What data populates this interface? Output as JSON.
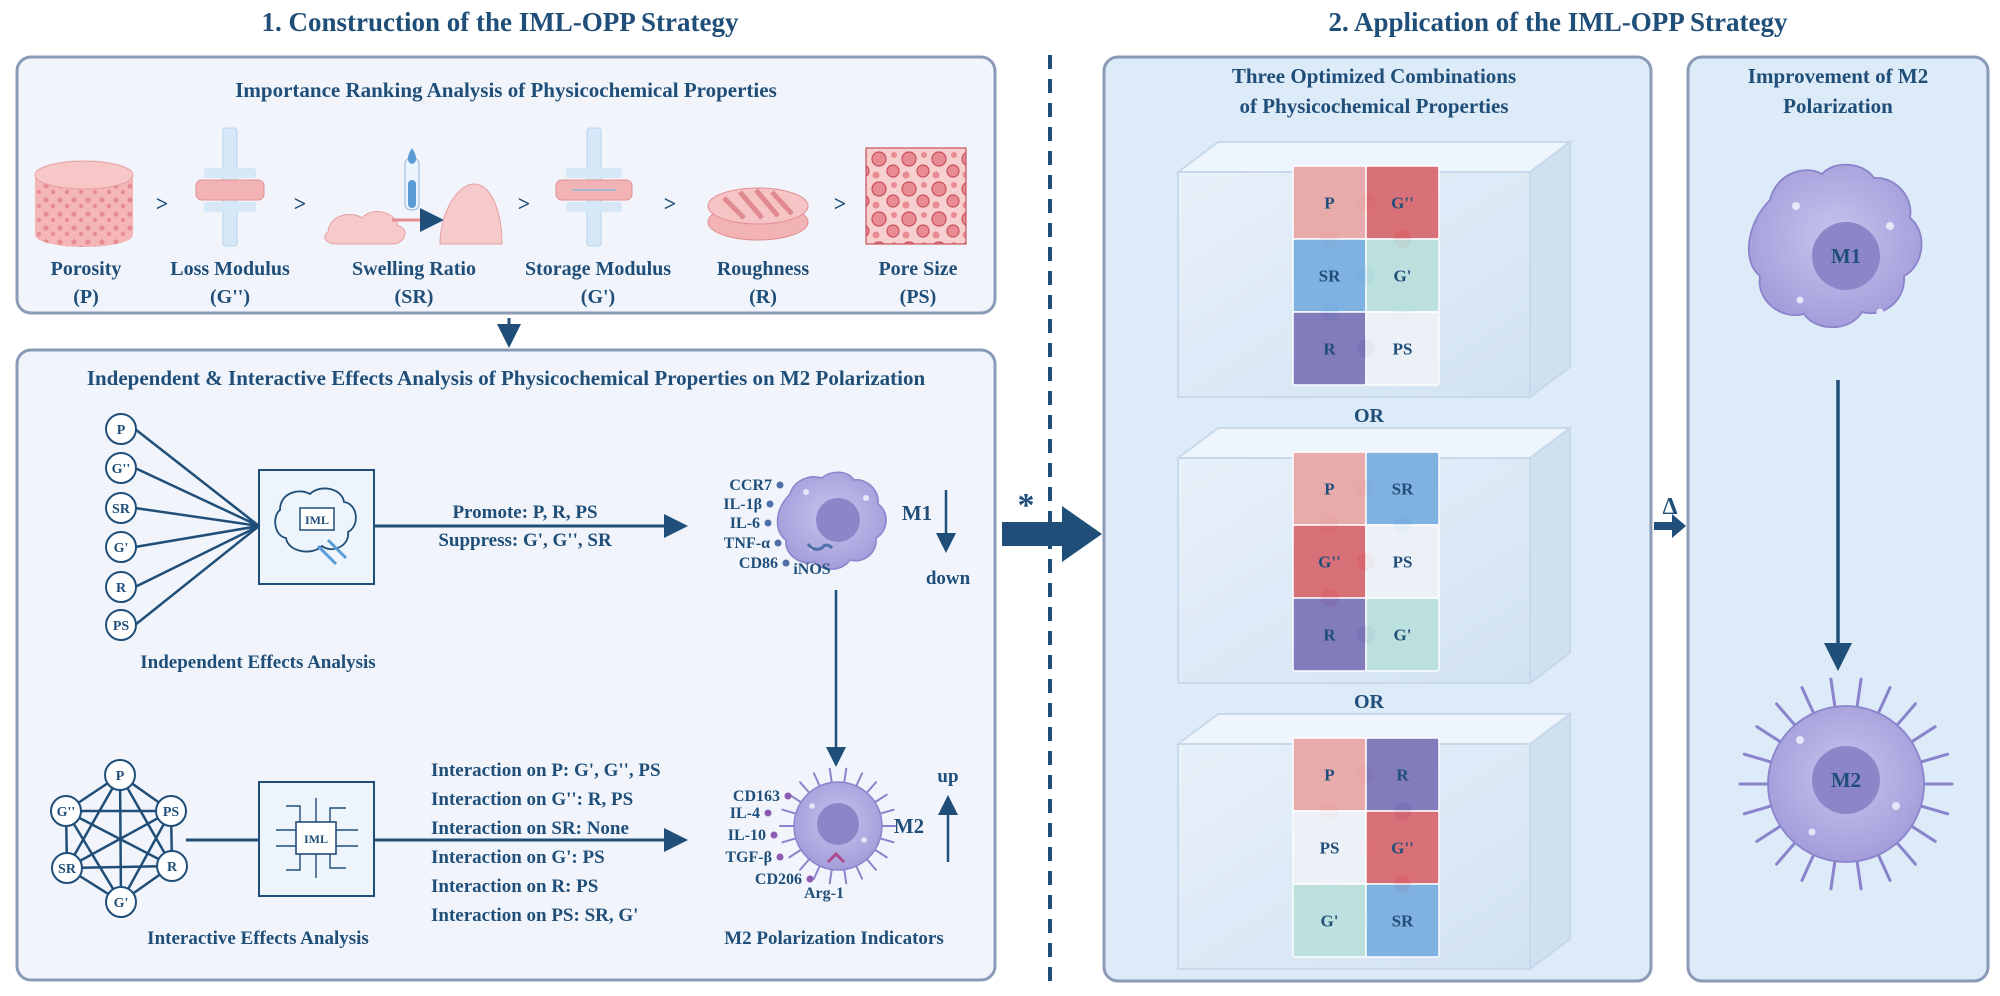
{
  "section1": {
    "title": "1.  Construction of the IML-OPP Strategy",
    "ranking": {
      "title": "Importance Ranking Analysis of Physicochemical Properties",
      "properties": [
        {
          "name": "Porosity",
          "abbr": "(P)"
        },
        {
          "name": "Loss Modulus",
          "abbr": "(G'')"
        },
        {
          "name": "Swelling Ratio",
          "abbr": "(SR)"
        },
        {
          "name": "Storage Modulus",
          "abbr": "(G')"
        },
        {
          "name": "Roughness",
          "abbr": "(R)"
        },
        {
          "name": "Pore Size",
          "abbr": "(PS)"
        }
      ],
      "separator": ">"
    },
    "effects": {
      "title": "Independent & Interactive Effects Analysis of Physicochemical Properties on M2 Polarization",
      "independent": {
        "nodes": [
          "P",
          "G''",
          "SR",
          "G'",
          "R",
          "PS"
        ],
        "model": "IML",
        "label": "Independent Effects Analysis",
        "promote": "Promote: P, R, PS",
        "suppress": "Suppress: G', G'', SR"
      },
      "interactive": {
        "nodes": [
          "P",
          "PS",
          "R",
          "G'",
          "SR",
          "G''"
        ],
        "model": "IML",
        "label": "Interactive Effects Analysis",
        "interactions": [
          "Interaction on P: G', G'', PS",
          "Interaction on G'': R, PS",
          "Interaction on SR: None",
          "Interaction on G': PS",
          "Interaction on R: PS",
          "Interaction on PS: SR, G'"
        ]
      },
      "m1": {
        "label": "M1",
        "direction": "down",
        "markers": [
          "CCR7",
          "IL-1β",
          "IL-6",
          "TNF-α",
          "CD86"
        ],
        "enzyme": "iNOS"
      },
      "m2": {
        "label": "M2",
        "direction": "up",
        "markers": [
          "CD163",
          "IL-4",
          "IL-10",
          "TGF-β",
          "CD206"
        ],
        "enzyme": "Arg-1"
      },
      "indicators_label": "M2 Polarization Indicators"
    }
  },
  "transition": {
    "symbol": "*",
    "delta": "Δ"
  },
  "section2": {
    "title": "2. Application of the IML-OPP Strategy",
    "combinations": {
      "title_line1": "Three Optimized Combinations",
      "title_line2": "of Physicochemical Properties",
      "or_label": "OR",
      "sets": [
        [
          "P",
          "G''",
          "SR",
          "G'",
          "R",
          "PS"
        ],
        [
          "P",
          "SR",
          "G''",
          "PS",
          "R",
          "G'"
        ],
        [
          "P",
          "R",
          "PS",
          "G''",
          "G'",
          "SR"
        ]
      ]
    },
    "improvement": {
      "title_line1": "Improvement of M2",
      "title_line2": "Polarization",
      "from": "M1",
      "to": "M2"
    }
  },
  "colors": {
    "primary": "#1f4e79",
    "panel_fill": "#f1f5fb",
    "panel_border": "#8a9bb8",
    "cell_purple": "#a9a6e0",
    "P": "#e8a6a6",
    "G''": "#d8666e",
    "SR": "#78aee0",
    "G'": "#b9e0dc",
    "R": "#7b73b8",
    "PS": "#eef2f8"
  }
}
